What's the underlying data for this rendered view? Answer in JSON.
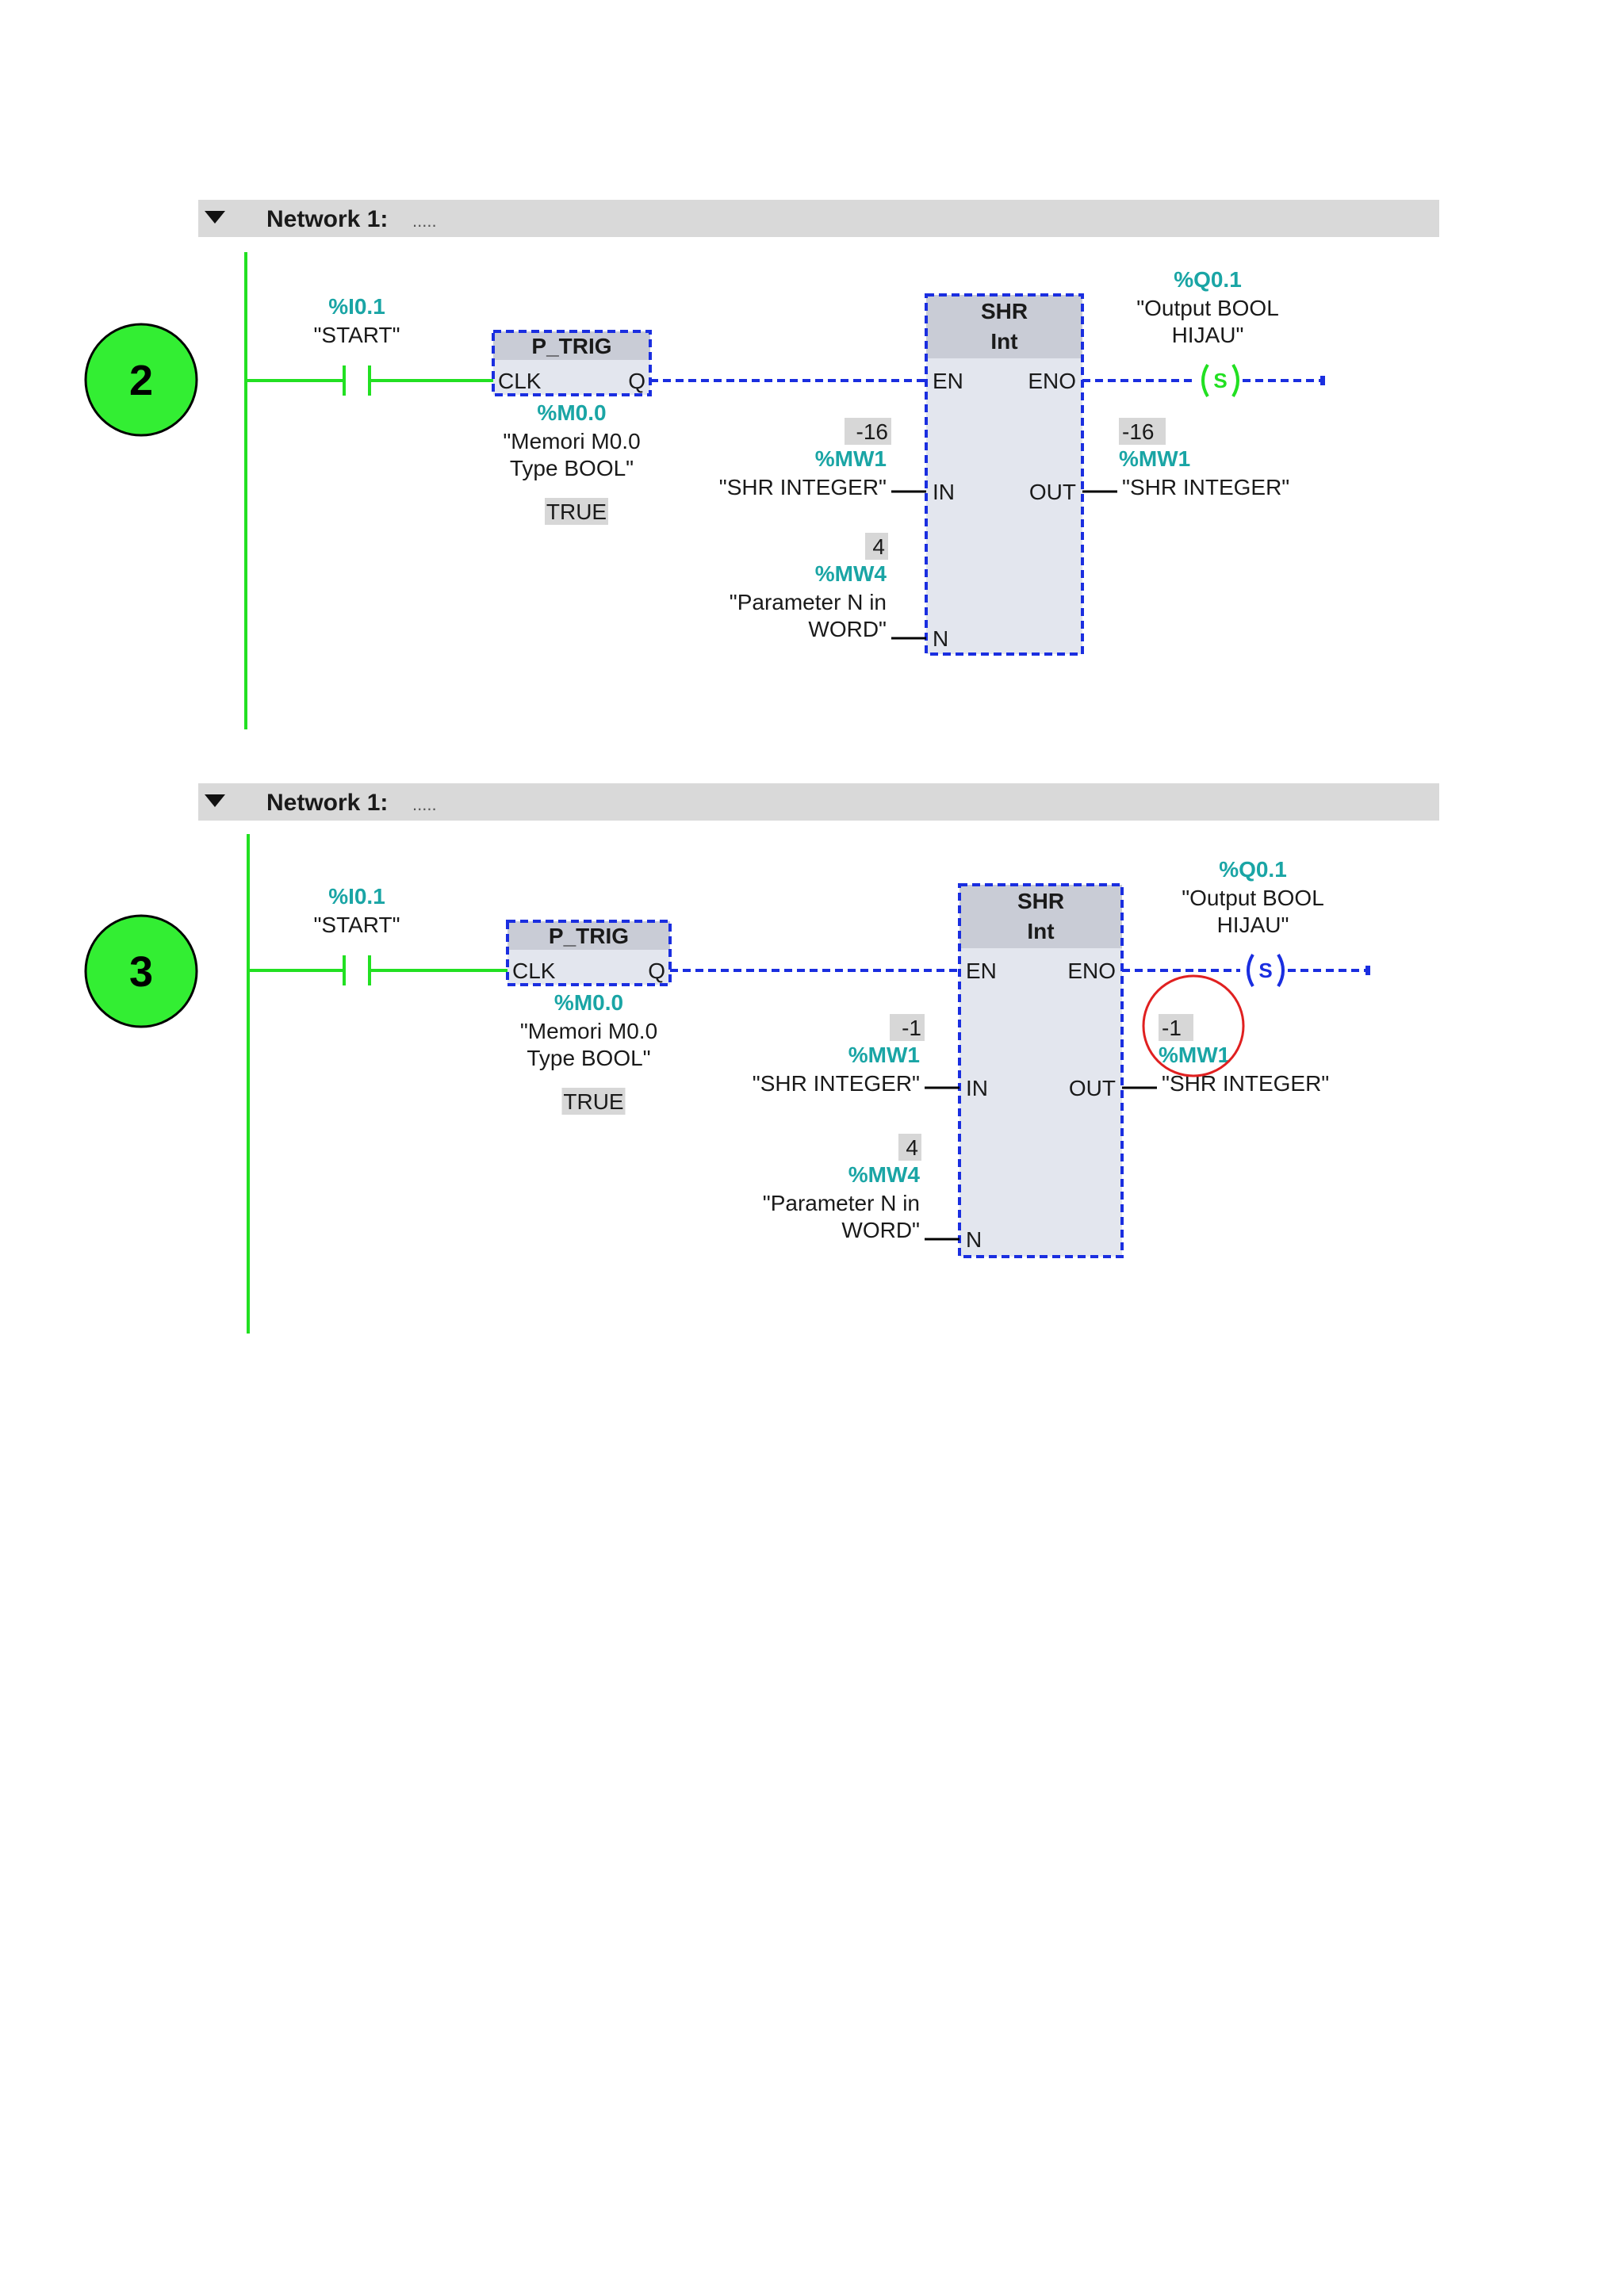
{
  "colors": {
    "energized": "#22e022",
    "signal": "#1a2ee0",
    "tag": "#1aa5a5",
    "header_bg": "#d9d9d9",
    "block_fill": "#e3e6ee",
    "block_header": "#c9ccd6",
    "value_bg": "#d7d7d7",
    "step_marker": "#33ee33",
    "highlight_circle": "#e02020"
  },
  "networks": [
    {
      "step": "2",
      "header": {
        "title": "Network 1:",
        "comment": "....."
      },
      "contact": {
        "tag": "%I0.1",
        "name": "\"START\""
      },
      "ptrig": {
        "title": "P_TRIG",
        "pin_in": "CLK",
        "pin_out": "Q",
        "tag": "%M0.0",
        "name_line1": "\"Memori M0.0",
        "name_line2": "Type BOOL\"",
        "value": "TRUE"
      },
      "shr": {
        "title": "SHR",
        "type": "Int",
        "pin_en": "EN",
        "pin_eno": "ENO",
        "pin_in": "IN",
        "pin_out": "OUT",
        "pin_n": "N",
        "in_value": "-16",
        "in_tag": "%MW1",
        "in_name": "\"SHR INTEGER\"",
        "n_value": "4",
        "n_tag": "%MW4",
        "n_name_line1": "\"Parameter N in",
        "n_name_line2": "WORD\"",
        "out_value": "-16",
        "out_tag": "%MW1",
        "out_name": "\"SHR INTEGER\""
      },
      "coil": {
        "tag": "%Q0.1",
        "name_line1": "\"Output BOOL",
        "name_line2": "HIJAU\"",
        "symbol": "S"
      },
      "highlight_out": false
    },
    {
      "step": "3",
      "header": {
        "title": "Network 1:",
        "comment": "....."
      },
      "contact": {
        "tag": "%I0.1",
        "name": "\"START\""
      },
      "ptrig": {
        "title": "P_TRIG",
        "pin_in": "CLK",
        "pin_out": "Q",
        "tag": "%M0.0",
        "name_line1": "\"Memori M0.0",
        "name_line2": "Type BOOL\"",
        "value": "TRUE"
      },
      "shr": {
        "title": "SHR",
        "type": "Int",
        "pin_en": "EN",
        "pin_eno": "ENO",
        "pin_in": "IN",
        "pin_out": "OUT",
        "pin_n": "N",
        "in_value": "-1",
        "in_tag": "%MW1",
        "in_name": "\"SHR INTEGER\"",
        "n_value": "4",
        "n_tag": "%MW4",
        "n_name_line1": "\"Parameter N in",
        "n_name_line2": "WORD\"",
        "out_value": "-1",
        "out_tag": "%MW1",
        "out_name": "\"SHR INTEGER\""
      },
      "coil": {
        "tag": "%Q0.1",
        "name_line1": "\"Output BOOL",
        "name_line2": "HIJAU\"",
        "symbol": "S"
      },
      "highlight_out": true
    }
  ]
}
